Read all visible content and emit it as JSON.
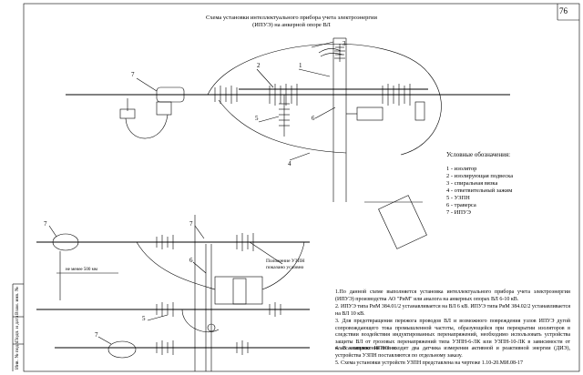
{
  "title": {
    "line1": "Схема установки интеллектуального прибора учета электроэнергии",
    "line2": "(ИПУЭ) на анкерной опоре ВЛ"
  },
  "page_number": "76",
  "callouts_top": [
    "3",
    "7",
    "2",
    "1",
    "5",
    "6",
    "4"
  ],
  "callouts_bottom": [
    "7",
    "7",
    "6",
    "5",
    "7"
  ],
  "legend": {
    "heading": "Условные обозначения:",
    "items": [
      "1 - изолятор",
      "2 - изолирующая подвеска",
      "3 - спиральная вязка",
      "4 - ответвительный зажим",
      "5 - УЗПН",
      "6 - траверса",
      "7 - ИПУЭ"
    ]
  },
  "uzpn_label": {
    "line1": "Положение УЗПН",
    "line2": "показано условно"
  },
  "dimension_label": "не менее 500 мм",
  "notes": [
    "1.По данной схеме выполняется установка интеллектуального прибора учета электроэнергии (ИПУЭ) производства АО \"РиМ\" или аналога на анкерных опорах ВЛ 6-10 кВ.",
    "2. ИПУЭ типа РиМ 384.01/2 устанавливается на ВЛ 6 кВ. ИПУЭ типа РиМ 384.02/2 устанавливается на ВЛ 10 кВ.",
    "3. Для предотвращения пережога проводов ВЛ и возможного повреждения узлов ИПУЭ дугой сопровождающего тока промышленной частоты, образующейся при перекрытии изоляторов в следствии воздействия индуктированных перенапряжений, необходимо использовать устройства защиты ВЛ от грозовых перенапряжений типа УЗПН-6-ЛК или УЗПН-10-ЛК в зависимости от класса напряжения линии.",
    "4. В комплект ИПУЭ входит два датчика измерения активной и реактивной энергии (ДИЭ), устройства УЗПН поставляются по отдельному заказу.",
    "5. Схема установки устройств УЗПН представлена на чертеже 1.10-20.МИ.08-17"
  ],
  "stamp_labels": [
    "Взам. инв. №",
    "Подп. и дата",
    "Инв. № подл."
  ]
}
